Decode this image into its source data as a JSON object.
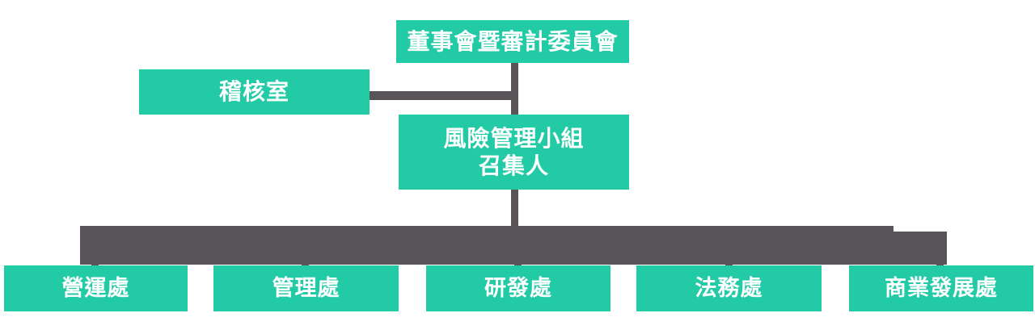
{
  "chart_data": {
    "type": "diagram",
    "subtype": "organization-chart",
    "title": "",
    "orientation": "top-down",
    "colors": {
      "node_fill": "#22cba5",
      "node_text": "#ffffff",
      "connector": "#595458",
      "background": "#ffffff"
    },
    "nodes": [
      {
        "id": "board",
        "label_lines": [
          "董事會暨審計委員會"
        ],
        "level": 0
      },
      {
        "id": "audit",
        "label_lines": [
          "稽核室"
        ],
        "level": 1
      },
      {
        "id": "risk",
        "label_lines": [
          "風險管理小組",
          "召集人"
        ],
        "level": 1
      },
      {
        "id": "ops",
        "label_lines": [
          "營運處"
        ],
        "level": 2
      },
      {
        "id": "admin",
        "label_lines": [
          "管理處"
        ],
        "level": 2
      },
      {
        "id": "rd",
        "label_lines": [
          "研發處"
        ],
        "level": 2
      },
      {
        "id": "legal",
        "label_lines": [
          "法務處"
        ],
        "level": 2
      },
      {
        "id": "bizdev",
        "label_lines": [
          "商業發展處"
        ],
        "level": 2
      }
    ],
    "edges": [
      {
        "from": "board",
        "to": "audit"
      },
      {
        "from": "board",
        "to": "risk"
      },
      {
        "from": "risk",
        "to": "ops"
      },
      {
        "from": "risk",
        "to": "admin"
      },
      {
        "from": "risk",
        "to": "rd"
      },
      {
        "from": "risk",
        "to": "legal"
      },
      {
        "from": "risk",
        "to": "bizdev"
      }
    ]
  },
  "nodes": {
    "board": {
      "label": "董事會暨審計委員會"
    },
    "audit": {
      "label": "稽核室"
    },
    "risk": {
      "line1": "風險管理小組",
      "line2": "召集人"
    },
    "ops": {
      "label": "營運處"
    },
    "admin": {
      "label": "管理處"
    },
    "rd": {
      "label": "研發處"
    },
    "legal": {
      "label": "法務處"
    },
    "bizdev": {
      "label": "商業發展處"
    }
  }
}
